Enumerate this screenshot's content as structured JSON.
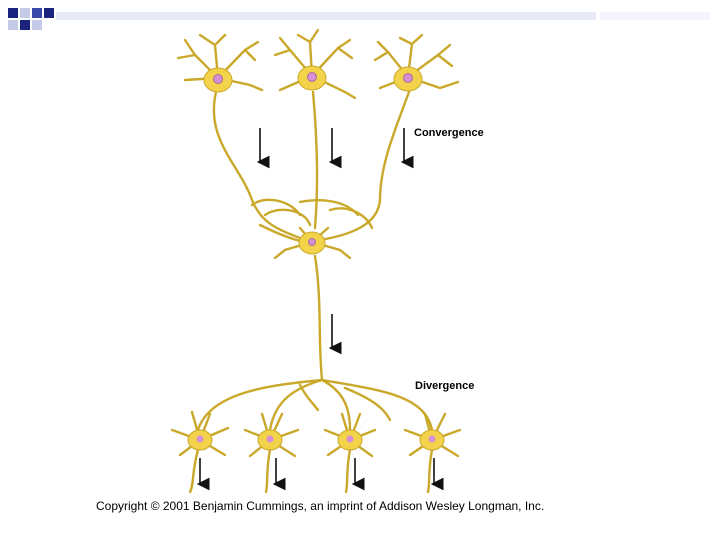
{
  "labels": {
    "convergence": "Convergence",
    "divergence": "Divergence"
  },
  "copyright": "Copyright © 2001 Benjamin Cummings, an imprint of Addison Wesley Longman, Inc.",
  "colors": {
    "neuron_fill": "#f2d34a",
    "neuron_stroke": "#c9a82a",
    "nucleus": "#d98fd6",
    "arrow": "#111111",
    "slide_accent_dark": "#1a237e",
    "slide_accent_light": "#c5cae9"
  },
  "icons": {
    "arrow": "down-arrow-icon",
    "neuron": "neuron-cell-icon"
  }
}
